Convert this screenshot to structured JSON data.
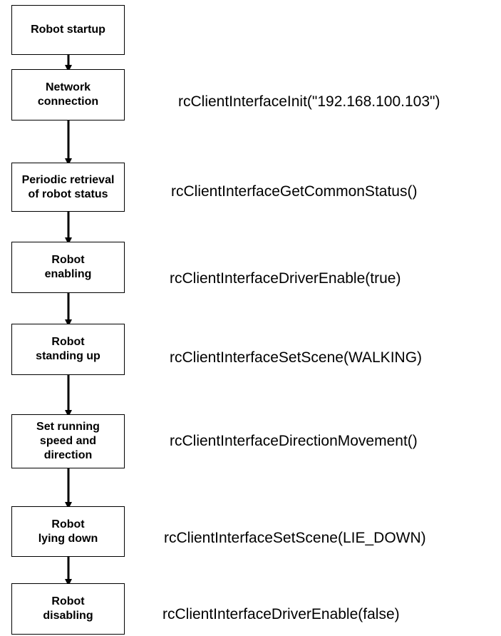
{
  "steps": [
    {
      "label": "Robot startup",
      "call": ""
    },
    {
      "label": "Network\nconnection",
      "call": "rcClientInterfaceInit(\"192.168.100.103\")"
    },
    {
      "label": "Periodic retrieval\nof robot status",
      "call": "rcClientInterfaceGetCommonStatus()"
    },
    {
      "label": "Robot\nenabling",
      "call": "rcClientInterfaceDriverEnable(true)"
    },
    {
      "label": "Robot\nstanding up",
      "call": "rcClientInterfaceSetScene(WALKING)"
    },
    {
      "label": "Set running\nspeed and\ndirection",
      "call": "rcClientInterfaceDirectionMovement()"
    },
    {
      "label": "Robot\nlying down",
      "call": "rcClientInterfaceSetScene(LIE_DOWN)"
    },
    {
      "label": "Robot\ndisabling",
      "call": "rcClientInterfaceDriverEnable(false)"
    }
  ],
  "colors": {
    "stroke": "#000000",
    "background": "#ffffff"
  }
}
